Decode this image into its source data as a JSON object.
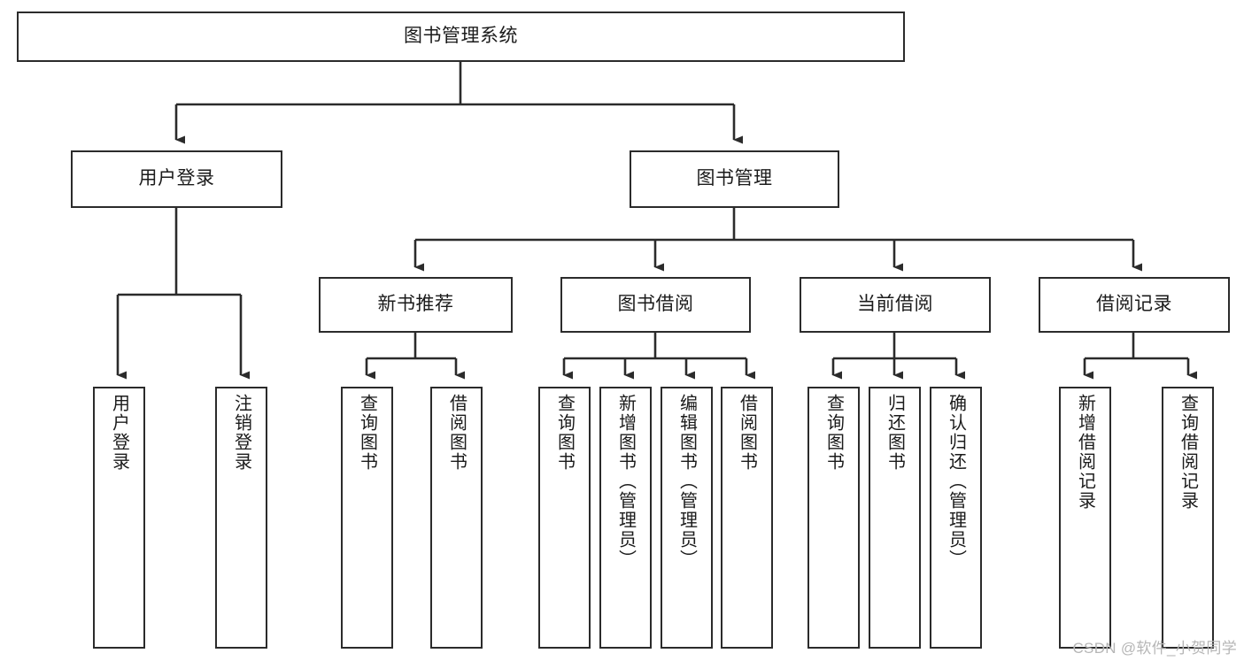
{
  "diagram": {
    "title": "图书管理系统",
    "type": "hierarchy-tree",
    "levels": 4,
    "root": {
      "label": "图书管理系统"
    },
    "level2": [
      {
        "label": "用户登录"
      },
      {
        "label": "图书管理"
      }
    ],
    "level3": [
      {
        "label": "新书推荐",
        "parent": "图书管理"
      },
      {
        "label": "图书借阅",
        "parent": "图书管理"
      },
      {
        "label": "当前借阅",
        "parent": "图书管理"
      },
      {
        "label": "借阅记录",
        "parent": "图书管理"
      }
    ],
    "leaves": [
      {
        "label": "用户登录",
        "parent": "用户登录"
      },
      {
        "label": "注销登录",
        "parent": "用户登录"
      },
      {
        "label": "查询图书",
        "parent": "新书推荐"
      },
      {
        "label": "借阅图书",
        "parent": "新书推荐"
      },
      {
        "label": "查询图书",
        "parent": "图书借阅"
      },
      {
        "label": "新增图书（管理员）",
        "parent": "图书借阅"
      },
      {
        "label": "编辑图书（管理员）",
        "parent": "图书借阅"
      },
      {
        "label": "借阅图书",
        "parent": "图书借阅"
      },
      {
        "label": "查询图书",
        "parent": "当前借阅"
      },
      {
        "label": "归还图书",
        "parent": "当前借阅"
      },
      {
        "label": "确认归还（管理员）",
        "parent": "当前借阅"
      },
      {
        "label": "新增借阅记录",
        "parent": "借阅记录"
      },
      {
        "label": "查询借阅记录",
        "parent": "借阅记录"
      }
    ]
  },
  "watermark": {
    "text": "CSDN @软件_小贺同学"
  },
  "colors": {
    "stroke": "#2b2b2b",
    "text": "#1b1b1b",
    "background": "#ffffff",
    "watermark": "#b6b6b6"
  }
}
